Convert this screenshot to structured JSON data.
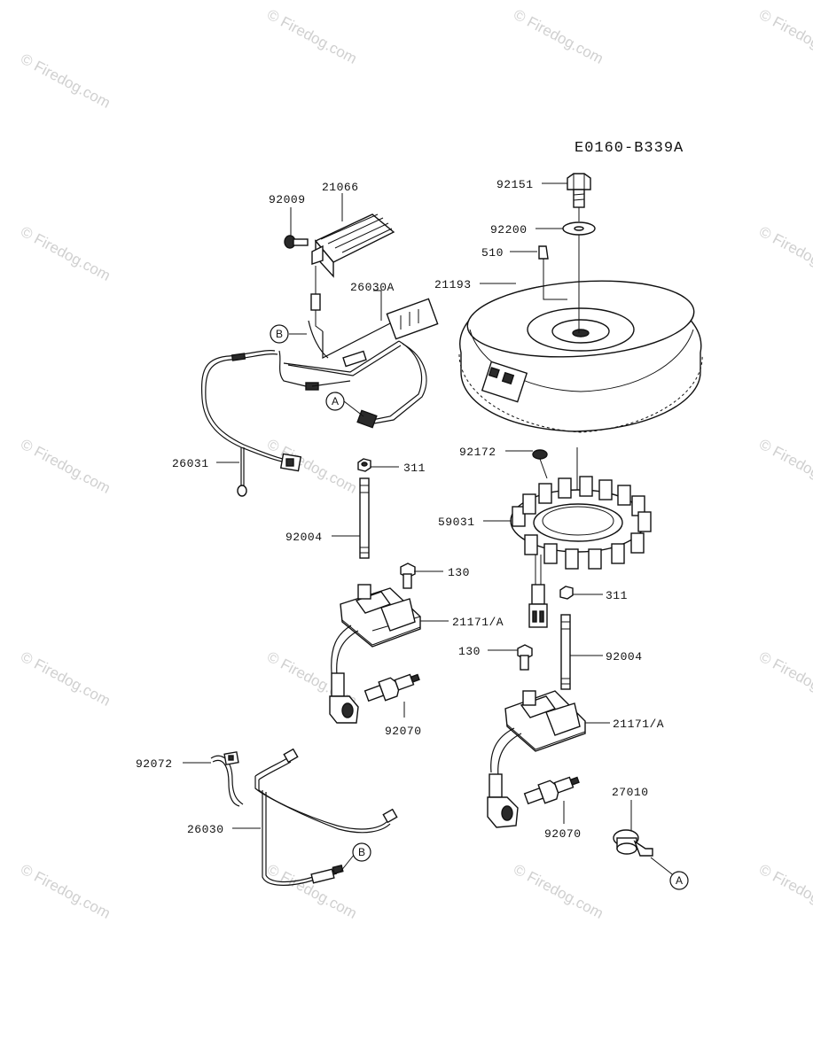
{
  "diagram_code": "E0160-B339A",
  "watermark": "© Firedog.com",
  "parts": {
    "p92151": "92151",
    "p92200": "92200",
    "p510": "510",
    "p21193": "21193",
    "p92009": "92009",
    "p21066": "21066",
    "p26030A": "26030A",
    "p26031": "26031",
    "p92172": "92172",
    "p59031": "59031",
    "p311_left": "311",
    "p92004_left": "92004",
    "p130_left": "130",
    "p21171A_left": "21171/A",
    "p92070_left": "92070",
    "p311_right": "311",
    "p130_right": "130",
    "p92004_right": "92004",
    "p21171A_right": "21171/A",
    "p92072": "92072",
    "p26030": "26030",
    "p92070_right": "92070",
    "p27010": "27010"
  },
  "connectors": {
    "B_top": "B",
    "A_mid": "A",
    "B_bottom": "B",
    "A_bottom": "A"
  }
}
